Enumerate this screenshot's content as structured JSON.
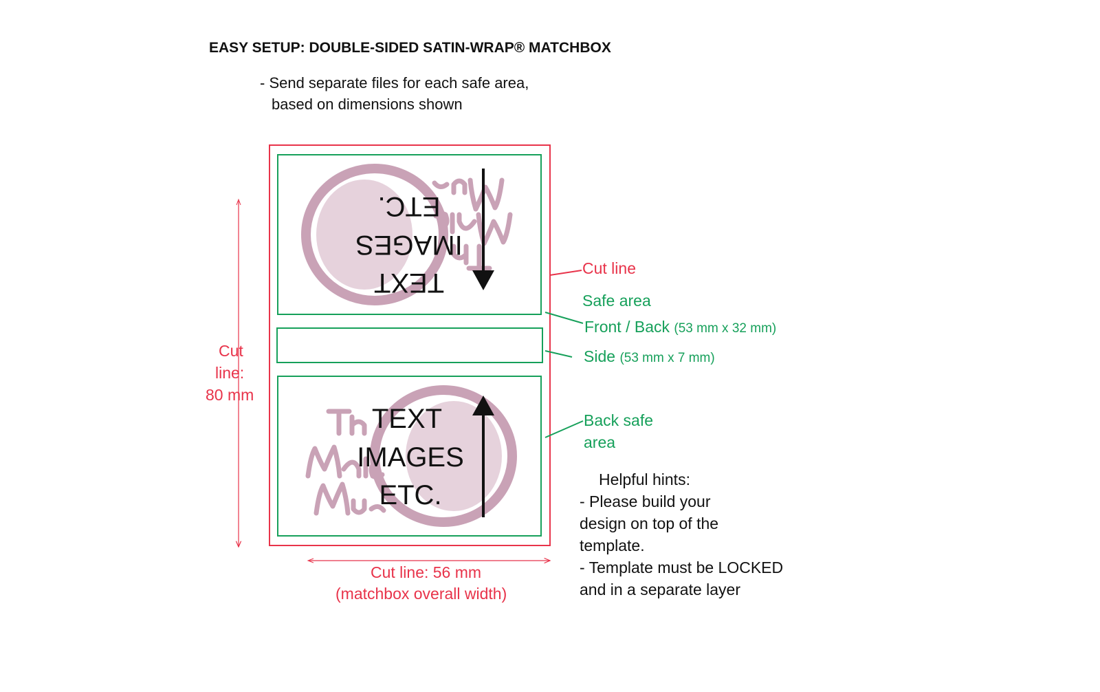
{
  "title": "EASY SETUP: DOUBLE-SIDED SATIN-WRAP® MATCHBOX",
  "instructions": [
    "- Send  separate files for each safe area,",
    "based on dimensions shown"
  ],
  "panel_text": [
    "TEXT",
    "IMAGES",
    "ETC."
  ],
  "watermark": "The Match Muse.com",
  "labels": {
    "cut_line": "Cut line",
    "safe_area": "Safe area",
    "front_back": "Front / Back",
    "front_back_dims": "(53 mm x 32 mm)",
    "side": "Side",
    "side_dims": "(53 mm x 7 mm)",
    "back_safe_1": "Back safe",
    "back_safe_2": "area"
  },
  "height_dimension": [
    "Cut",
    "line:",
    "80 mm"
  ],
  "width_dimension": [
    "Cut line: 56 mm",
    "(matchbox overall width)"
  ],
  "hints": {
    "heading": "Helpful hints:",
    "lines": [
      "- Please build your",
      "design on top of the",
      "template.",
      "- Template must be LOCKED",
      "and in a separate layer"
    ]
  },
  "colors": {
    "cut": "#e8334a",
    "safe": "#16a05a",
    "watermark": "#c9a2b6"
  }
}
